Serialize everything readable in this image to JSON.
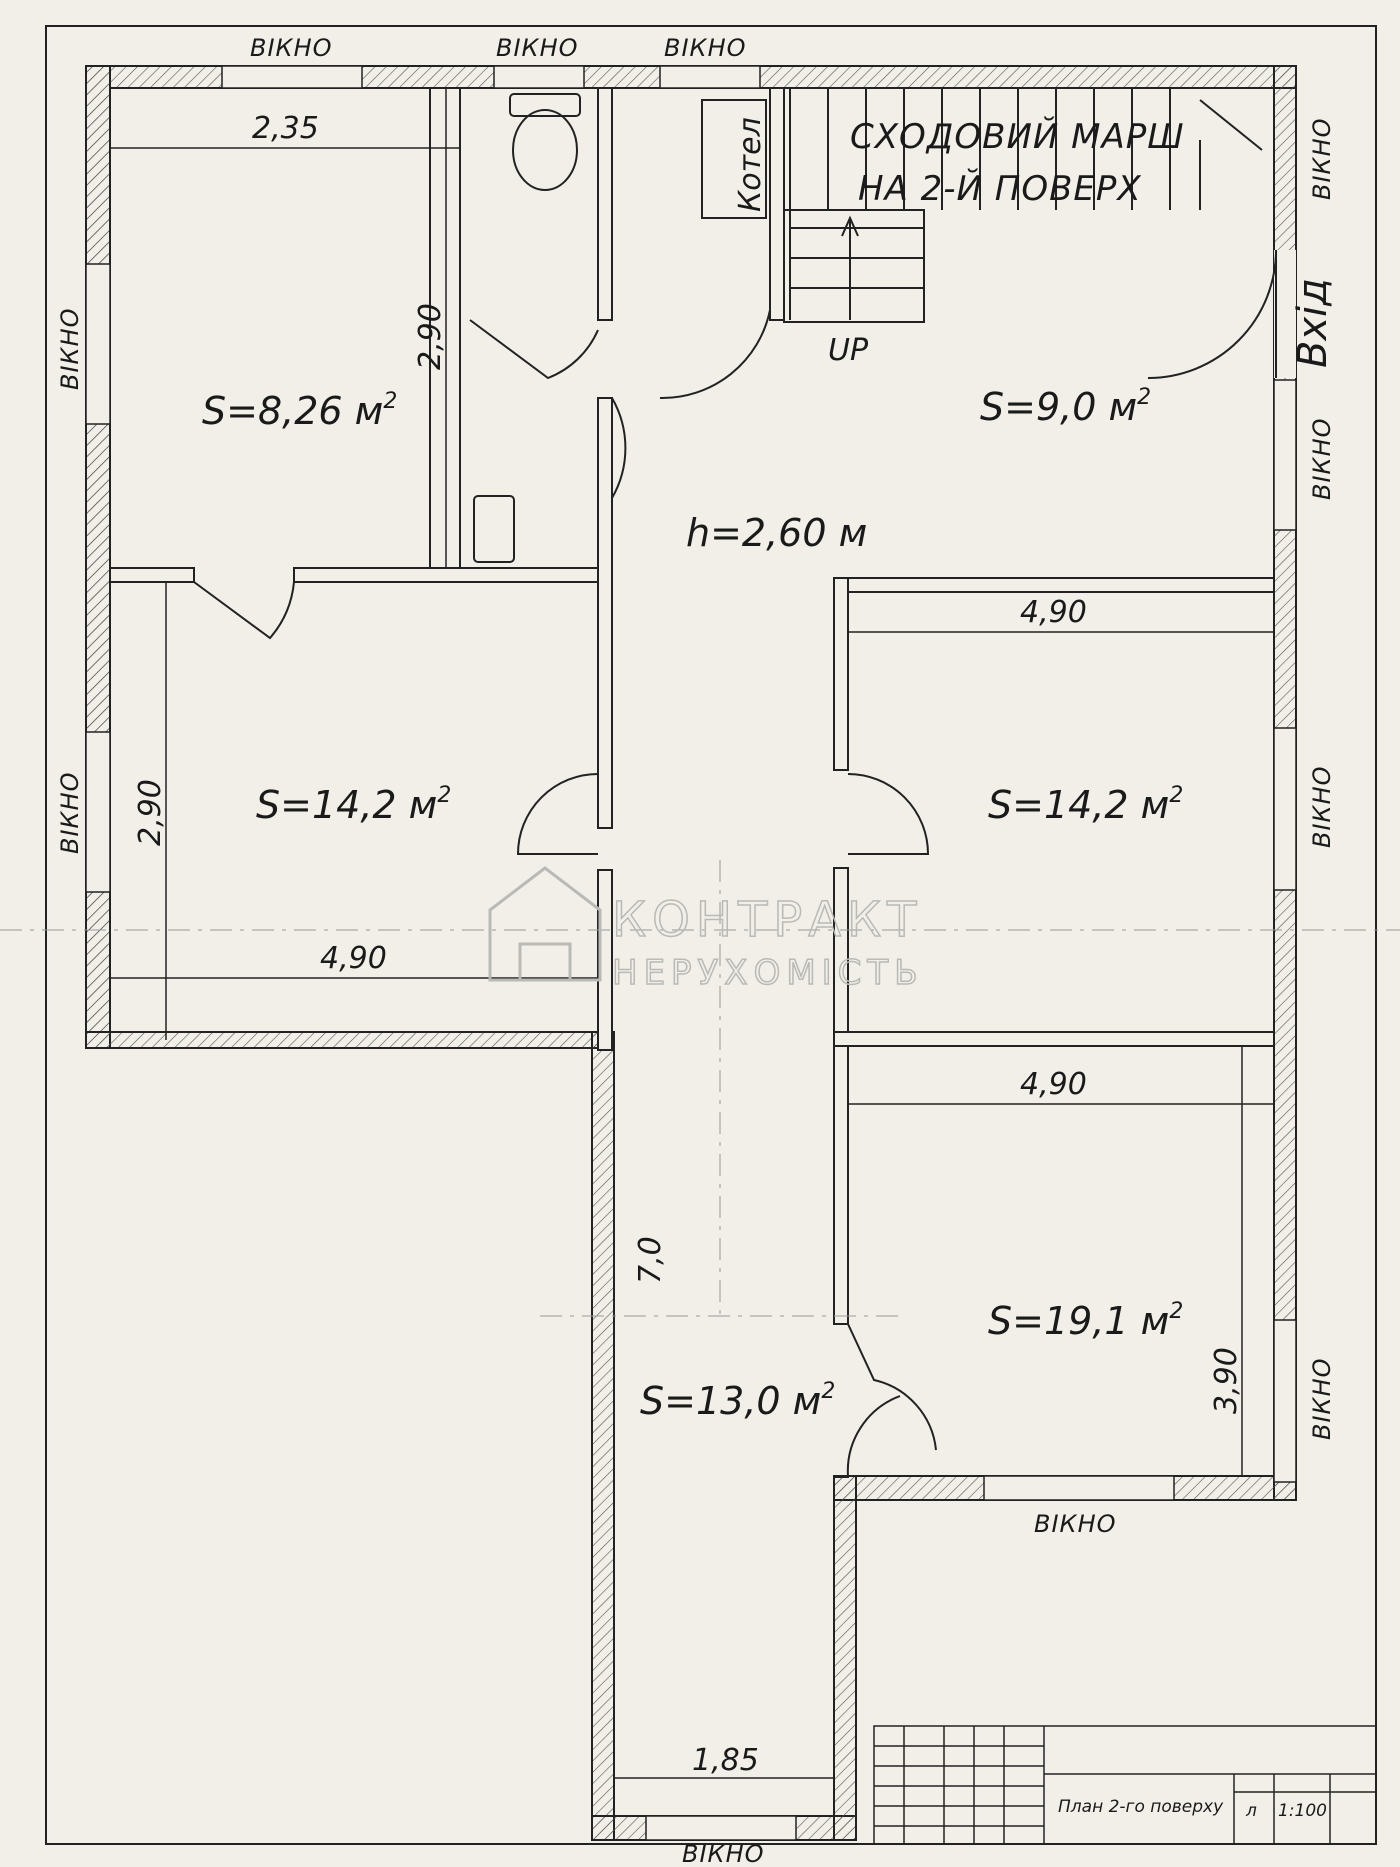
{
  "windows": {
    "top_1": "ВІКНО",
    "top_2": "ВІКНО",
    "top_3": "ВІКНО",
    "right_1": "ВІКНО",
    "right_2": "ВІКНО",
    "right_3": "ВІКНО",
    "right_4": "ВІКНО",
    "left_1": "ВІКНО",
    "left_2": "ВІКНО",
    "bottom_1": "ВІКНО",
    "bottom_2": "ВІКНО"
  },
  "stair": {
    "line1": "СХОДОВИЙ МАРШ",
    "line2": "НА 2-Й ПОВЕРХ",
    "up": "UP"
  },
  "boiler": "Котел",
  "entrance": "Вхід",
  "ceiling_height": "h=2,60 м",
  "rooms": {
    "room_a": {
      "area": "S=8,26 м",
      "sup": "2"
    },
    "room_b": {
      "area": "S=9,0 м",
      "sup": "2"
    },
    "room_c": {
      "area": "S=14,2 м",
      "sup": "2"
    },
    "room_d": {
      "area": "S=14,2 м",
      "sup": "2"
    },
    "room_e": {
      "area": "S=13,0 м",
      "sup": "2"
    },
    "room_f": {
      "area": "S=19,1 м",
      "sup": "2"
    }
  },
  "dimensions": {
    "d1": "2,35",
    "d2": "2,90",
    "d3": "2,90",
    "d4": "4,90",
    "d5": "4,90",
    "d6": "4,90",
    "d7": "3,90",
    "d8": "7,0",
    "d9": "1,85"
  },
  "watermark": {
    "line1": "КОНТРАКТ",
    "line2": "НЕРУХОМІСТЬ"
  },
  "title_block": {
    "title": "План 2-го поверху",
    "scale": "1:100",
    "sheet": "л"
  }
}
